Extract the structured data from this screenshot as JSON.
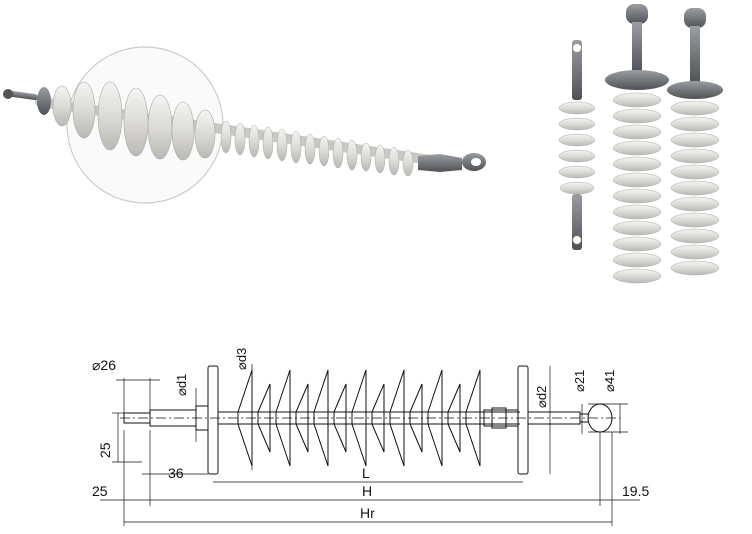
{
  "drawing": {
    "labels": {
      "d26": "⌀26",
      "d1": "⌀d1",
      "d3": "⌀d3",
      "d2": "⌀d2",
      "d21": "⌀21",
      "d41": "⌀41",
      "dim25_left_vertical": "25",
      "dim36": "36",
      "dimL": "L",
      "dim25_bottom": "25",
      "dimH": "H",
      "dim19_5": "19.5",
      "dimHr": "Hr"
    }
  },
  "colors": {
    "insulator_body": "#e7e6e2",
    "metal_fitting": "#7a7d80",
    "line": "#111111"
  }
}
